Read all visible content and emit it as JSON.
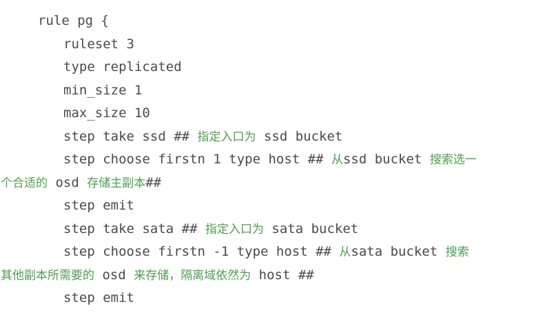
{
  "document": {
    "kind": "code-block",
    "language": "crush-map-rule",
    "background_color": "#ffffff",
    "code_color": "#4a4a4a",
    "comment_color": "#4f9e4f",
    "lines": [
      {
        "id": "line-1",
        "indent": 0,
        "continuation": false,
        "tokens": [
          {
            "type": "code",
            "text": "rule pg {"
          }
        ]
      },
      {
        "id": "line-2",
        "indent": 3,
        "continuation": false,
        "tokens": [
          {
            "type": "code",
            "text": "ruleset 3"
          }
        ]
      },
      {
        "id": "line-3",
        "indent": 3,
        "continuation": false,
        "tokens": [
          {
            "type": "code",
            "text": "type replicated"
          }
        ]
      },
      {
        "id": "line-4",
        "indent": 3,
        "continuation": false,
        "tokens": [
          {
            "type": "code",
            "text": "min_size 1"
          }
        ]
      },
      {
        "id": "line-5",
        "indent": 3,
        "continuation": false,
        "tokens": [
          {
            "type": "code",
            "text": "max_size 10"
          }
        ]
      },
      {
        "id": "line-6",
        "indent": 3,
        "continuation": false,
        "tokens": [
          {
            "type": "code",
            "text": "step take ssd ## "
          },
          {
            "type": "comment-cjk",
            "text": "指定入口为"
          },
          {
            "type": "code",
            "text": " ssd bucket"
          }
        ]
      },
      {
        "id": "line-7",
        "indent": 3,
        "continuation": false,
        "tokens": [
          {
            "type": "code",
            "text": "step choose firstn 1 type host ## "
          },
          {
            "type": "comment-cjk",
            "text": "从"
          },
          {
            "type": "code",
            "text": "ssd bucket "
          },
          {
            "type": "comment-cjk",
            "text": "搜索选一"
          }
        ]
      },
      {
        "id": "line-8",
        "indent": 0,
        "continuation": true,
        "tokens": [
          {
            "type": "comment-cjk",
            "text": "个合适的"
          },
          {
            "type": "code",
            "text": " osd "
          },
          {
            "type": "comment-cjk",
            "text": "存储主副本"
          },
          {
            "type": "hashes",
            "text": "##"
          }
        ]
      },
      {
        "id": "line-9",
        "indent": 3,
        "continuation": false,
        "tokens": [
          {
            "type": "code",
            "text": "step emit"
          }
        ]
      },
      {
        "id": "line-10",
        "indent": 3,
        "continuation": false,
        "tokens": [
          {
            "type": "code",
            "text": "step take sata ## "
          },
          {
            "type": "comment-cjk",
            "text": "指定入口为"
          },
          {
            "type": "code",
            "text": " sata bucket"
          }
        ]
      },
      {
        "id": "line-11",
        "indent": 3,
        "continuation": false,
        "tokens": [
          {
            "type": "code",
            "text": "step choose firstn -1 type host ## "
          },
          {
            "type": "comment-cjk",
            "text": "从"
          },
          {
            "type": "code",
            "text": "sata bucket "
          },
          {
            "type": "comment-cjk",
            "text": "搜索"
          }
        ]
      },
      {
        "id": "line-12",
        "indent": 0,
        "continuation": true,
        "tokens": [
          {
            "type": "comment-cjk",
            "text": "其他副本所需要的"
          },
          {
            "type": "code",
            "text": " osd "
          },
          {
            "type": "comment-cjk",
            "text": "来存储，隔离域依然为"
          },
          {
            "type": "code",
            "text": " host ##"
          }
        ]
      },
      {
        "id": "line-13",
        "indent": 3,
        "continuation": false,
        "tokens": [
          {
            "type": "code",
            "text": "step emit"
          }
        ]
      }
    ]
  }
}
